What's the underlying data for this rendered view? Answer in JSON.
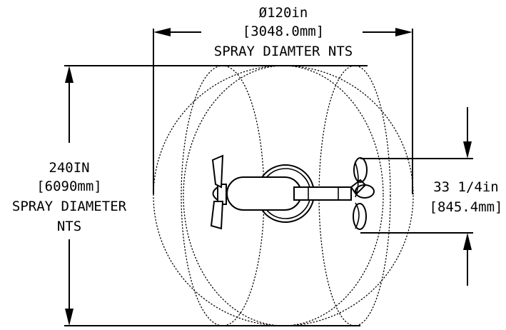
{
  "top_dimension": {
    "value_in": "Ø120in",
    "value_mm": "[3048.0mm]",
    "note": "SPRAY DIAMTER NTS"
  },
  "left_dimension": {
    "value_in": "240IN",
    "value_mm": "[6090mm]",
    "note_line1": "SPRAY DIAMETER",
    "note_line2": "NTS"
  },
  "right_dimension": {
    "value_in": "33 1/4in",
    "value_mm": "[845.4mm]"
  }
}
